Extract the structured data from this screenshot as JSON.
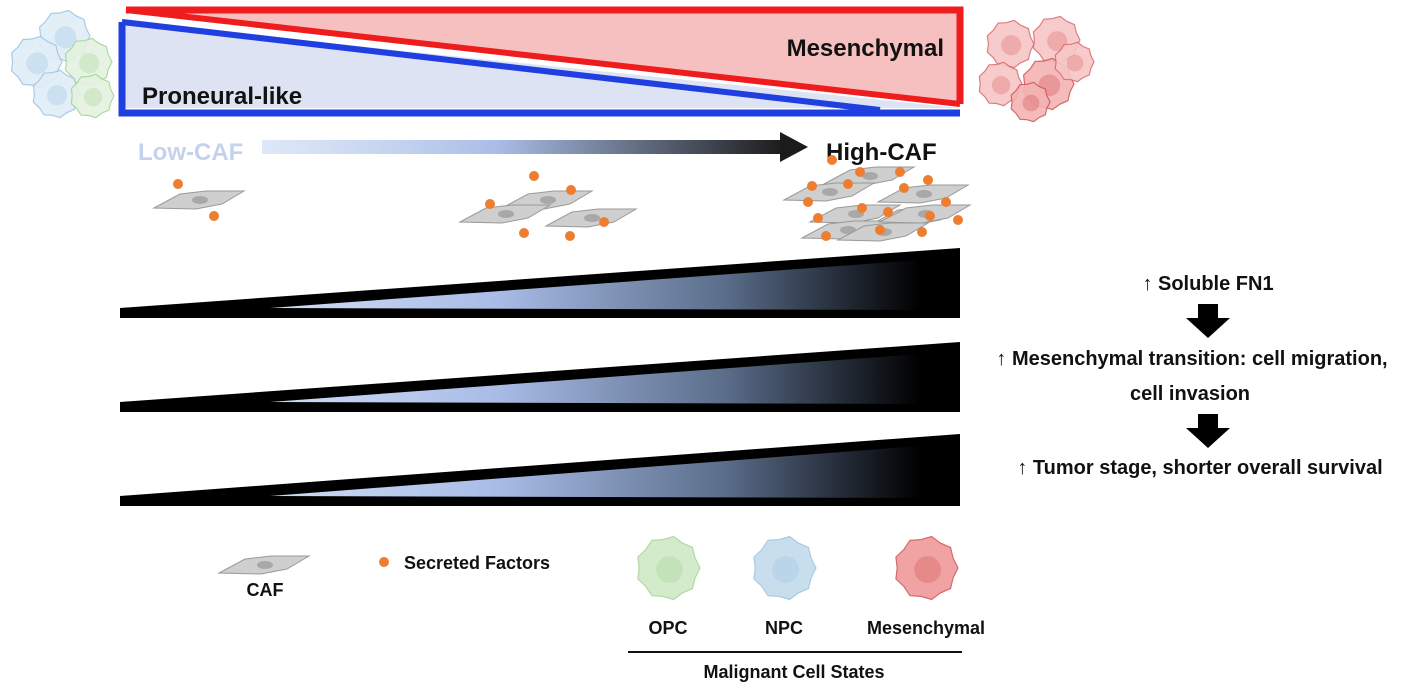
{
  "gradient_bar": {
    "left_label": "Proneural-like",
    "right_label": "Mesenchymal",
    "left_color": "#1f3fe0",
    "right_color": "#ee1c1c"
  },
  "caf_axis": {
    "low_label": "Low-CAF",
    "high_label": "High-CAF"
  },
  "effects": {
    "items": [
      "↑ Soluble FN1",
      "↑ Mesenchymal transition: cell migration,",
      "cell invasion",
      "↑ Tumor stage, shorter overall survival"
    ]
  },
  "legend": {
    "caf_label": "CAF",
    "secreted_label": "Secreted Factors",
    "states_title": "Malignant Cell States",
    "states": [
      {
        "label": "OPC",
        "color": "#cfe8c6"
      },
      {
        "label": "NPC",
        "color": "#c4dbec"
      },
      {
        "label": "Mesenchymal",
        "color": "#f09a9a"
      }
    ],
    "dot_color": "#ee7d2f"
  }
}
